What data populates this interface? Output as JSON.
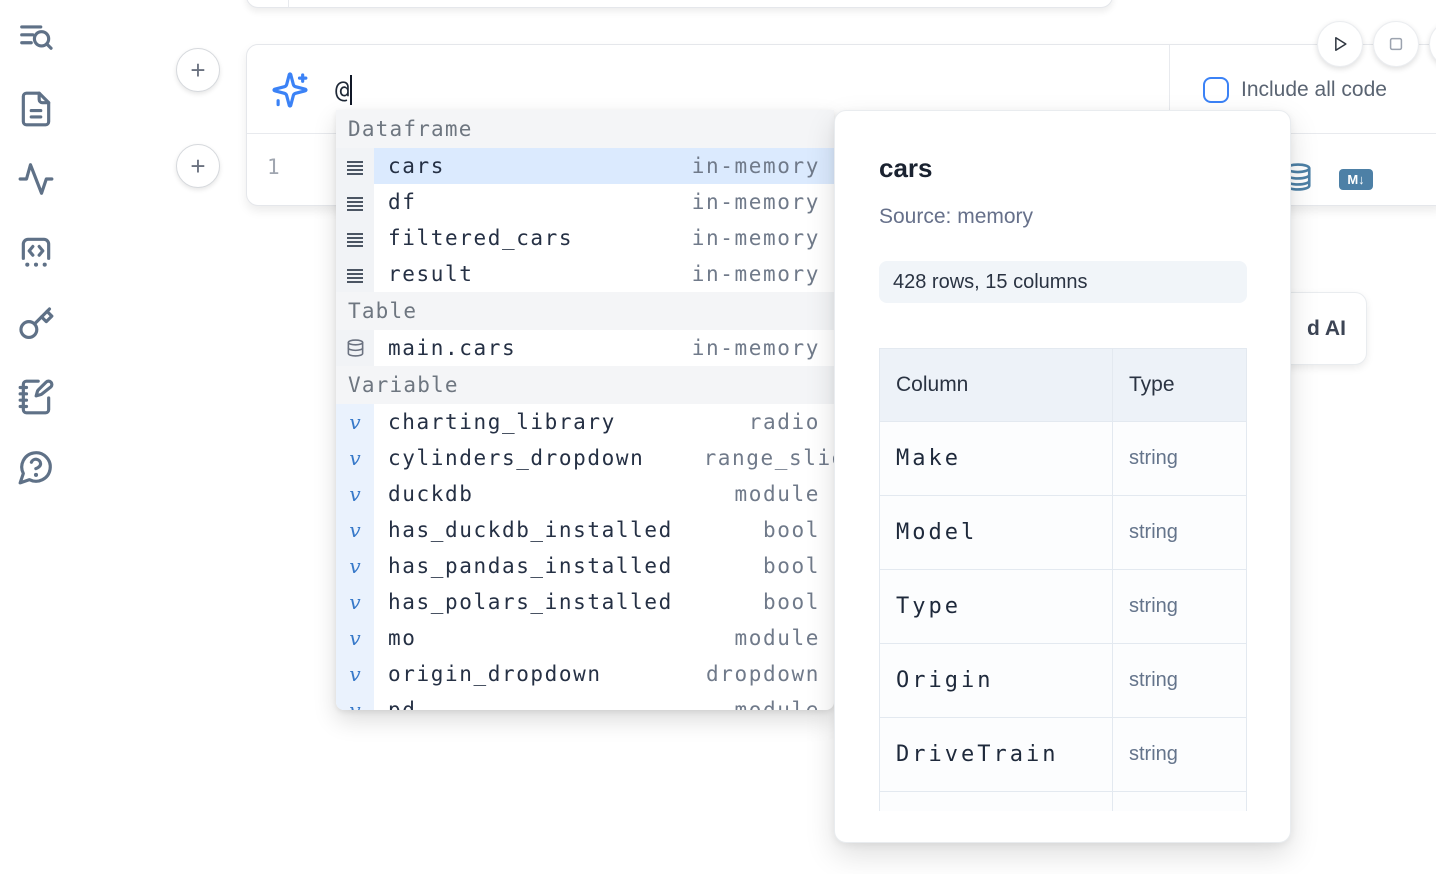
{
  "sidebar": {
    "items": [
      {
        "name": "toc-search"
      },
      {
        "name": "file-explorer"
      },
      {
        "name": "dependencies"
      },
      {
        "name": "snippets"
      },
      {
        "name": "secrets-keys"
      },
      {
        "name": "scratchpad"
      },
      {
        "name": "help"
      }
    ]
  },
  "cell_actions": {
    "add_above": "+",
    "add_below": "+"
  },
  "prompt": {
    "value": "@",
    "include_all_code_label": "Include all code"
  },
  "editor": {
    "line_number": "1",
    "markdown_badge": "M↓"
  },
  "autocomplete": {
    "sections": [
      {
        "label": "Dataframe",
        "items": [
          {
            "name": "cars",
            "type": "in-memory"
          },
          {
            "name": "df",
            "type": "in-memory"
          },
          {
            "name": "filtered_cars",
            "type": "in-memory"
          },
          {
            "name": "result",
            "type": "in-memory"
          }
        ]
      },
      {
        "label": "Table",
        "items": [
          {
            "name": "main.cars",
            "type": "in-memory"
          }
        ]
      },
      {
        "label": "Variable",
        "items": [
          {
            "name": "charting_library",
            "type": "radio"
          },
          {
            "name": "cylinders_dropdown",
            "type": "range_slid"
          },
          {
            "name": "duckdb",
            "type": "module"
          },
          {
            "name": "has_duckdb_installed",
            "type": "bool"
          },
          {
            "name": "has_pandas_installed",
            "type": "bool"
          },
          {
            "name": "has_polars_installed",
            "type": "bool"
          },
          {
            "name": "mo",
            "type": "module"
          },
          {
            "name": "origin_dropdown",
            "type": "dropdown"
          },
          {
            "name": "pd",
            "type": "module"
          }
        ]
      }
    ]
  },
  "preview": {
    "title": "cars",
    "source_label": "Source: memory",
    "shape_badge": "428 rows, 15 columns",
    "table": {
      "col_header": "Column",
      "type_header": "Type",
      "rows": [
        {
          "column": "Make",
          "type": "string"
        },
        {
          "column": "Model",
          "type": "string"
        },
        {
          "column": "Type",
          "type": "string"
        },
        {
          "column": "Origin",
          "type": "string"
        },
        {
          "column": "DriveTrain",
          "type": "string"
        }
      ]
    }
  },
  "partial_ai_button": {
    "label": "d AI"
  },
  "colors": {
    "accent_blue": "#3b82f6",
    "steel_blue": "#4d80a6",
    "selected_row": "#dbeafe"
  }
}
